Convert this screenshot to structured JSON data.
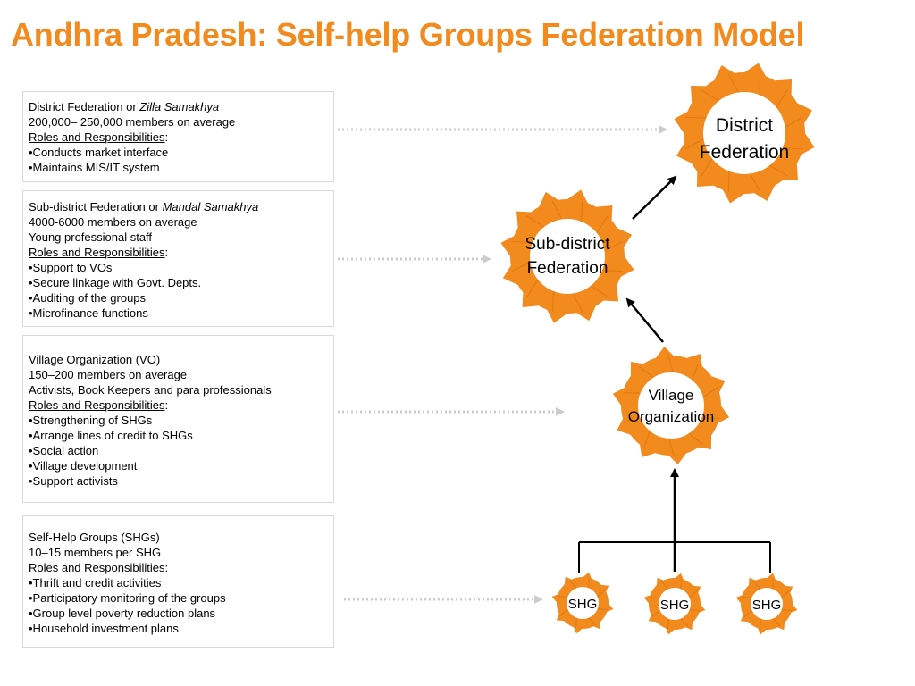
{
  "title": "Andhra Pradesh: Self-help Groups Federation Model",
  "colors": {
    "accent": "#f28a1e",
    "arrow": "#000000",
    "connector": "#cccccc"
  },
  "boxes": [
    {
      "head": "District Federation or ",
      "head_italic": "Zilla Samakhya",
      "lines": [
        "200,000– 250,000 members on average"
      ],
      "roles_label": "Roles and Responsibilities",
      "roles_suffix": ":",
      "bullets": [
        "•Conducts market interface",
        "•Maintains MIS/IT system"
      ]
    },
    {
      "head": "Sub-district Federation or ",
      "head_italic": "Mandal Samakhya",
      "lines": [
        "4000-6000 members on average",
        "Young professional staff"
      ],
      "roles_label": "Roles and Responsibilities",
      "roles_suffix": ":",
      "bullets": [
        "•Support to VOs",
        "•Secure linkage with Govt. Depts.",
        "•Auditing of the groups",
        "•Microfinance functions"
      ]
    },
    {
      "head": "Village Organization (VO)",
      "head_italic": "",
      "lines": [
        "150–200 members on average",
        "Activists, Book Keepers and para professionals"
      ],
      "roles_label": "Roles and Responsibilities",
      "roles_suffix": ":",
      "bullets": [
        "•Strengthening of SHGs",
        "•Arrange lines of credit to SHGs",
        "•Social action",
        "•Village development",
        "•Support activists"
      ]
    },
    {
      "head": "Self-Help Groups (SHGs)",
      "head_italic": "",
      "lines": [
        "10–15 members per SHG"
      ],
      "roles_label": "Roles and Responsibilities",
      "roles_suffix": ":",
      "bullets": [
        "•Thrift and credit activities",
        "•Participatory monitoring  of the groups",
        "•Group level poverty reduction plans",
        "•Household investment plans"
      ]
    }
  ],
  "nodes": {
    "district": {
      "line1": "District",
      "line2": "Federation"
    },
    "subdistrict": {
      "line1": "Sub-district",
      "line2": "Federation"
    },
    "village": {
      "line1": "Village",
      "line2": "Organization"
    },
    "shg": [
      "SHG",
      "SHG",
      "SHG"
    ]
  }
}
